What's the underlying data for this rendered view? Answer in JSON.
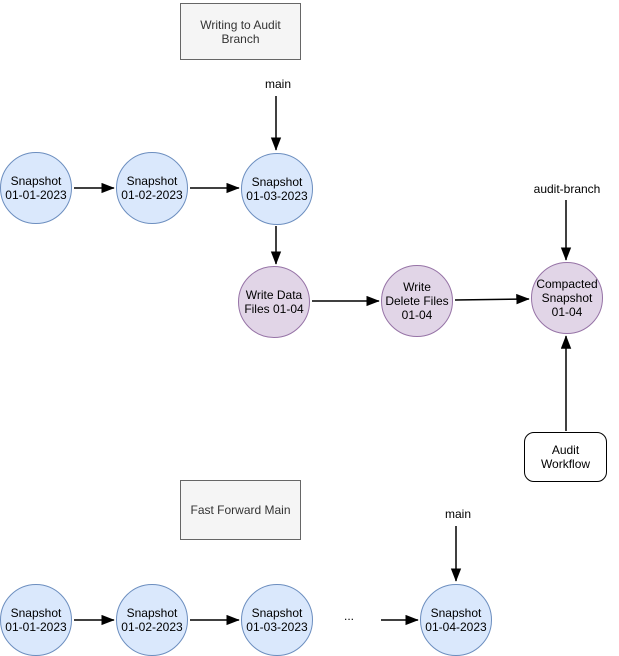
{
  "top_section": {
    "title": "Writing to Audit\nBranch",
    "main_label": "main",
    "audit_branch_label": "audit-branch",
    "snapshots": [
      "Snapshot\n01-01-2023",
      "Snapshot\n01-02-2023",
      "Snapshot\n01-03-2023"
    ],
    "audit_steps": [
      "Write Data\nFiles 01-04",
      "Write\nDelete Files\n01-04",
      "Compacted\nSnapshot\n01-04"
    ],
    "workflow_label": "Audit\nWorkflow"
  },
  "bottom_section": {
    "title": "Fast Forward Main",
    "main_label": "main",
    "ellipsis": "...",
    "snapshots": [
      "Snapshot\n01-01-2023",
      "Snapshot\n01-02-2023",
      "Snapshot\n01-03-2023",
      "Snapshot\n01-04-2023"
    ]
  },
  "colors": {
    "snapshot_fill": "#dae8fc",
    "snapshot_stroke": "#6c8ebf",
    "audit_fill": "#e1d5e7",
    "audit_stroke": "#9673a6",
    "title_box_fill": "#f5f5f5",
    "title_box_stroke": "#666666",
    "arrow_color": "#000000"
  }
}
